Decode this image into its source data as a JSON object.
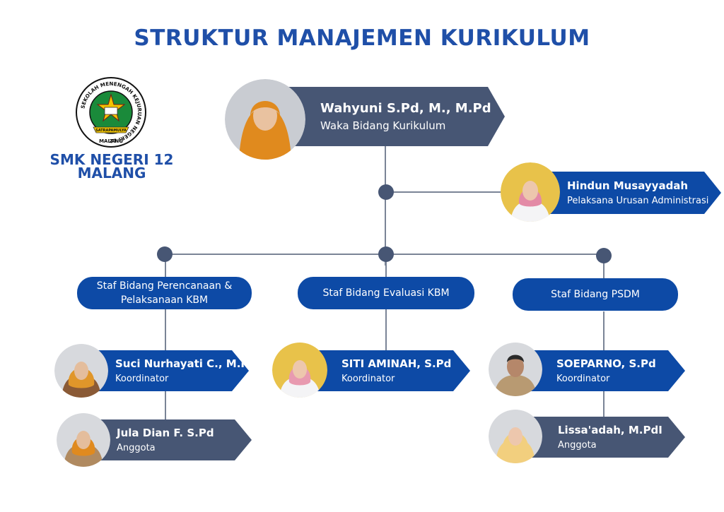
{
  "title": "STRUKTUR MANAJEMEN KURIKULUM",
  "school": {
    "name": "SMK NEGERI 12 MALANG",
    "logo_ring_text": "SEKOLAH MENENGAH KEJURUAN NEGERI 12",
    "logo_city": "MALANG",
    "logo_motto": "SATRAPAMULYA"
  },
  "head": {
    "name": "Wahyuni S.Pd, M., M.Pd",
    "role": "Waka Bidang Kurikulum"
  },
  "admin": {
    "name": "Hindun Musayyadah",
    "role": "Pelaksana Urusan Administrasi"
  },
  "divisions": [
    {
      "label": "Staf Bidang Perencanaan & Pelaksanaan KBM",
      "members": [
        {
          "name": "Suci Nurhayati C., M.Pd",
          "role": "Koordinator"
        },
        {
          "name": "Jula Dian F. S.Pd",
          "role": "Anggota"
        }
      ]
    },
    {
      "label": "Staf Bidang Evaluasi KBM",
      "members": [
        {
          "name": "SITI AMINAH, S.Pd",
          "role": "Koordinator"
        }
      ]
    },
    {
      "label": "Staf Bidang PSDM",
      "members": [
        {
          "name": "SOEPARNO, S.Pd",
          "role": "Koordinator"
        },
        {
          "name": "Lissa'adah, M.PdI",
          "role": "Anggota"
        }
      ]
    }
  ],
  "colors": {
    "title": "#1f4fa8",
    "banner_slate": "#475674",
    "banner_blue": "#0d4aa6",
    "connector": "#7a8496"
  }
}
